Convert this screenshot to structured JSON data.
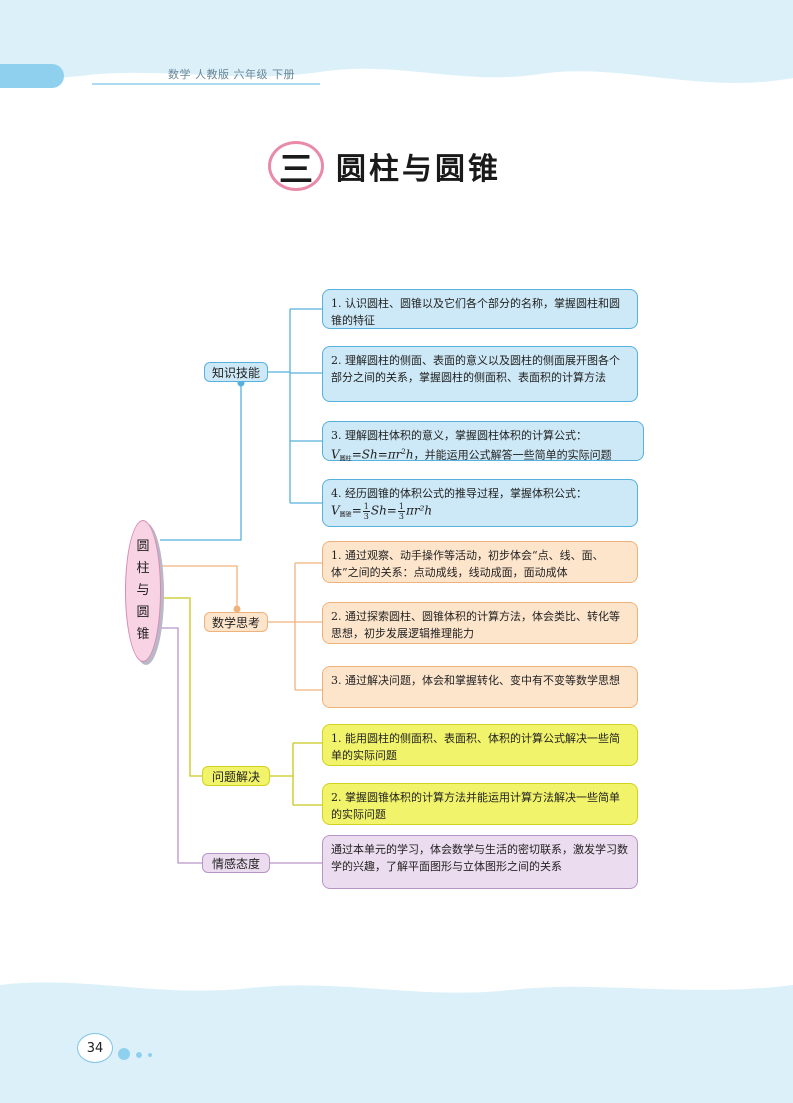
{
  "header": {
    "text": "数学 人教版 六年级 下册"
  },
  "title": {
    "number": "三",
    "text": "圆柱与圆锥"
  },
  "root": {
    "chars": [
      "圆",
      "柱",
      "与",
      "圆",
      "锥"
    ]
  },
  "branches": {
    "knowledge": {
      "label": "知识技能",
      "items": [
        "1. 认识圆柱、圆锥以及它们各个部分的名称，掌握圆柱和圆锥的特征",
        "2. 理解圆柱的侧面、表面的意义以及圆柱的侧面展开图各个部分之间的关系，掌握圆柱的侧面积、表面积的计算方法",
        "3. 理解圆柱体积的意义，掌握圆柱体积的计算公式：",
        "4. 经历圆锥的体积公式的推导过程，掌握体积公式："
      ],
      "formula3": {
        "v": "V",
        "sub": "圆柱",
        "eq": "=Sh=πr",
        "exp": "2",
        "h": "h",
        "tail": "，并能运用公式解答一些简单的实际问题"
      },
      "formula4": {
        "v": "V",
        "sub": "圆锥",
        "eq1": "=",
        "num": "1",
        "den": "3",
        "mid": "Sh=",
        "num2": "1",
        "den2": "3",
        "tail": "πr²h"
      }
    },
    "thinking": {
      "label": "数学思考",
      "items": [
        "1. 通过观察、动手操作等活动，初步体会“点、线、面、体”之间的关系：点动成线，线动成面，面动成体",
        "2. 通过探索圆柱、圆锥体积的计算方法，体会类比、转化等思想，初步发展逻辑推理能力",
        "3. 通过解决问题，体会和掌握转化、变中有不变等数学思想"
      ]
    },
    "problem": {
      "label": "问题解决",
      "items": [
        "1. 能用圆柱的侧面积、表面积、体积的计算公式解决一些简单的实际问题",
        "2. 掌握圆锥体积的计算方法并能运用计算方法解决一些简单的实际问题"
      ]
    },
    "attitude": {
      "label": "情感态度",
      "items": [
        "通过本单元的学习，体会数学与生活的密切联系，激发学习数学的兴趣，了解平面图形与立体图形之间的关系"
      ]
    }
  },
  "page": {
    "number": "34"
  },
  "colors": {
    "blue": "#56b1dc",
    "orange": "#f0b27c",
    "yellow": "#c8c81a",
    "purple": "#b995c6",
    "pink": "#e98aa8"
  }
}
